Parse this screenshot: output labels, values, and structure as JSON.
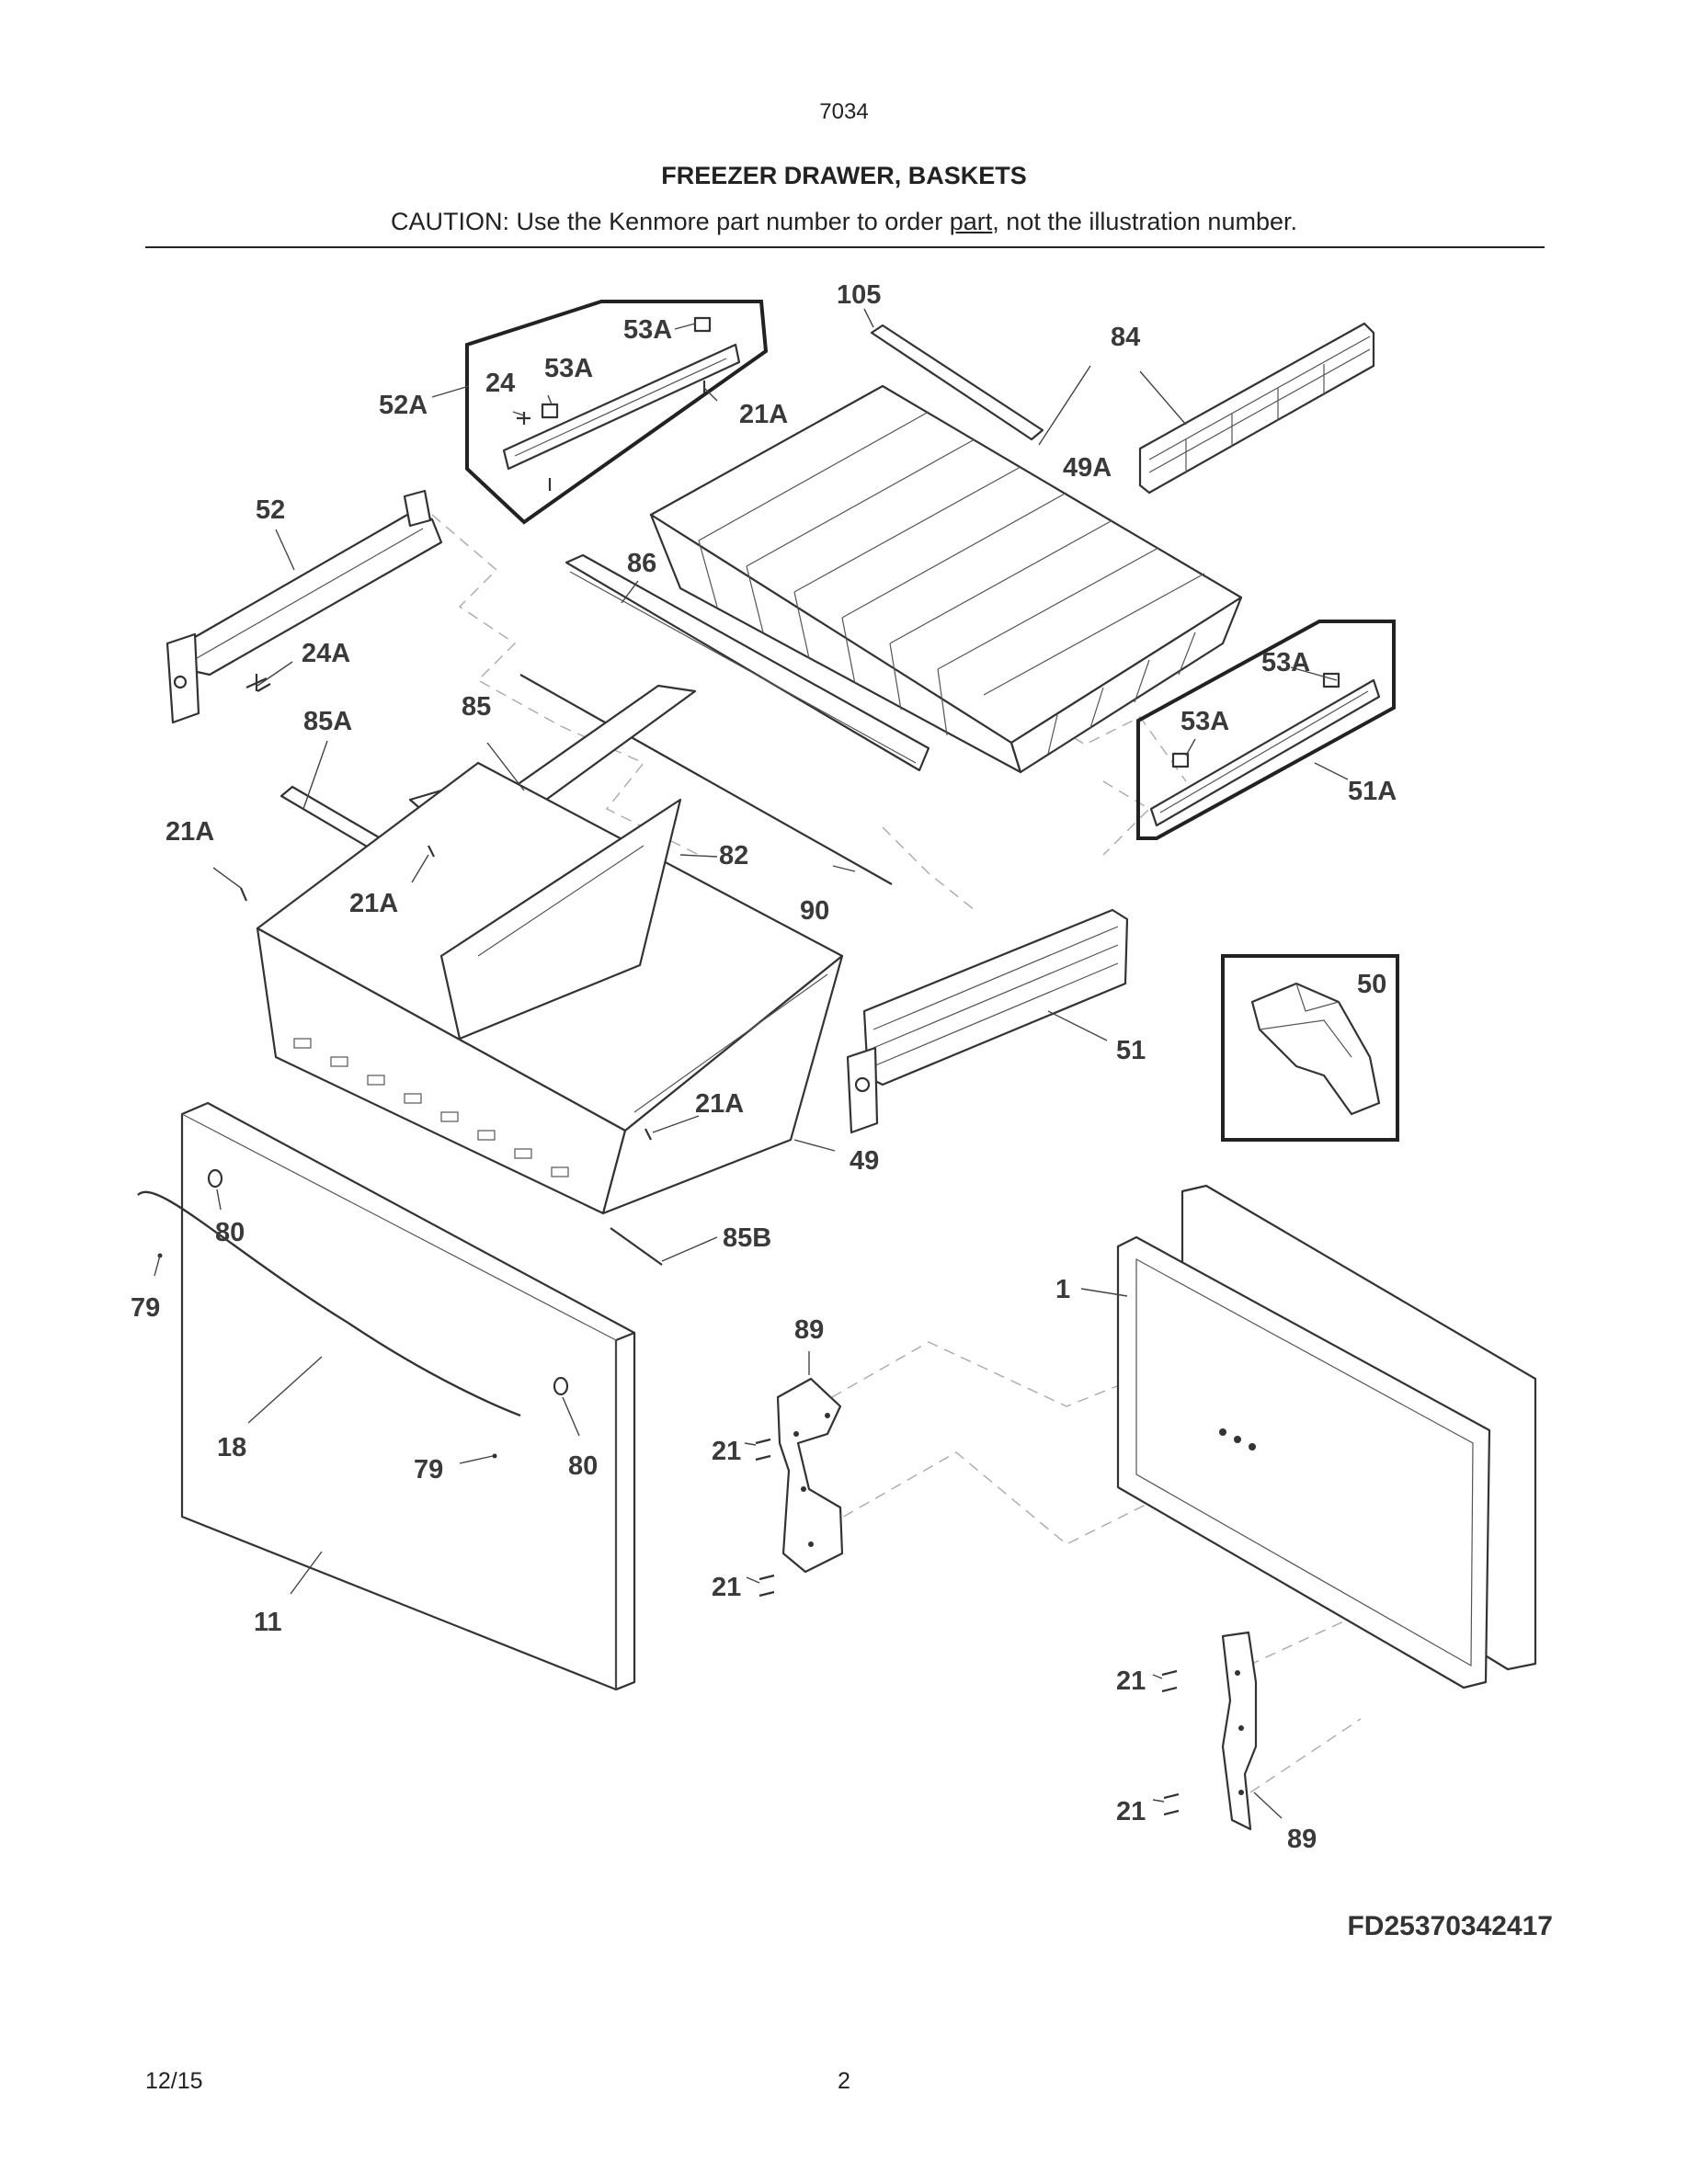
{
  "page": {
    "model": "7034",
    "title": "FREEZER DRAWER, BASKETS",
    "caution_before": "CAUTION: Use the Kenmore part number to order ",
    "caution_underlined": "part",
    "caution_after": ", not the illustration number.",
    "figure_code": "FD25370342417",
    "date": "12/15",
    "page_number": "2"
  },
  "parts": {
    "p105": "105",
    "p53a_1": "53A",
    "p53a_2": "53A",
    "p24": "24",
    "p52a": "52A",
    "p21a_1": "21A",
    "p84": "84",
    "p49a": "49A",
    "p52": "52",
    "p86": "86",
    "p24a": "24A",
    "p53a_3": "53A",
    "p53a_4": "53A",
    "p51a": "51A",
    "p85a": "85A",
    "p85": "85",
    "p21a_2": "21A",
    "p82": "82",
    "p21a_3": "21A",
    "p90": "90",
    "p50": "50",
    "p51": "51",
    "p21a_4": "21A",
    "p49": "49",
    "p80_1": "80",
    "p85b": "85B",
    "p79_1": "79",
    "p1": "1",
    "p89_1": "89",
    "p18": "18",
    "p21_1": "21",
    "p79_2": "79",
    "p80_2": "80",
    "p21_2": "21",
    "p11": "11",
    "p21_3": "21",
    "p21_4": "21",
    "p89_2": "89"
  }
}
